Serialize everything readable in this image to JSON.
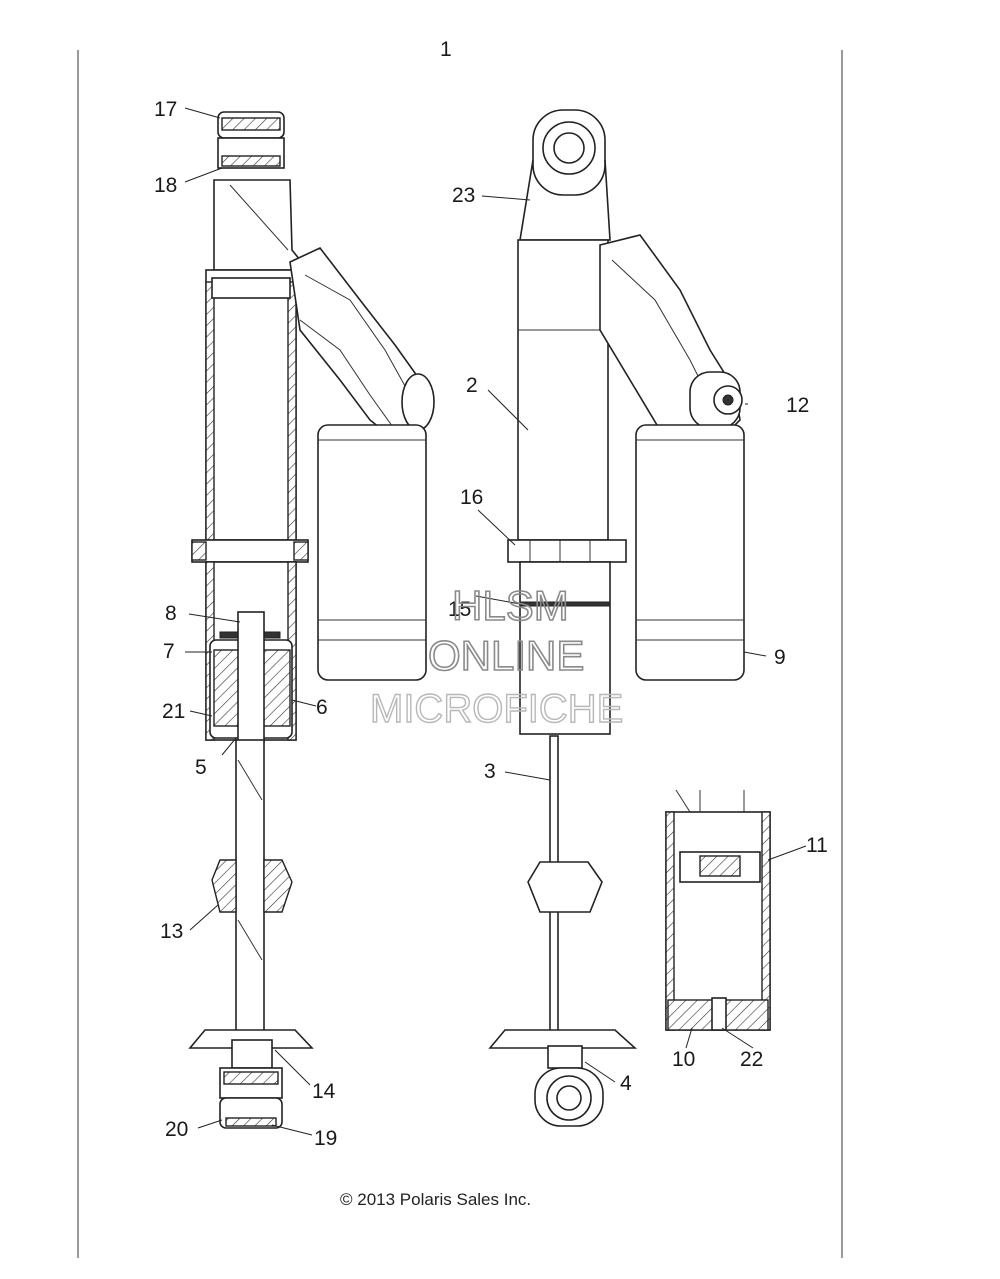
{
  "diagram": {
    "assembly_number": "1",
    "callouts": [
      "2",
      "3",
      "4",
      "5",
      "6",
      "7",
      "8",
      "9",
      "10",
      "11",
      "12",
      "13",
      "14",
      "15",
      "16",
      "17",
      "18",
      "19",
      "20",
      "21",
      "22",
      "23"
    ],
    "copyright": "© 2013 Polaris Sales Inc.",
    "watermark": {
      "line1": "HLSM",
      "line2": "ONLINE",
      "line3": "MICROFICHE"
    }
  }
}
